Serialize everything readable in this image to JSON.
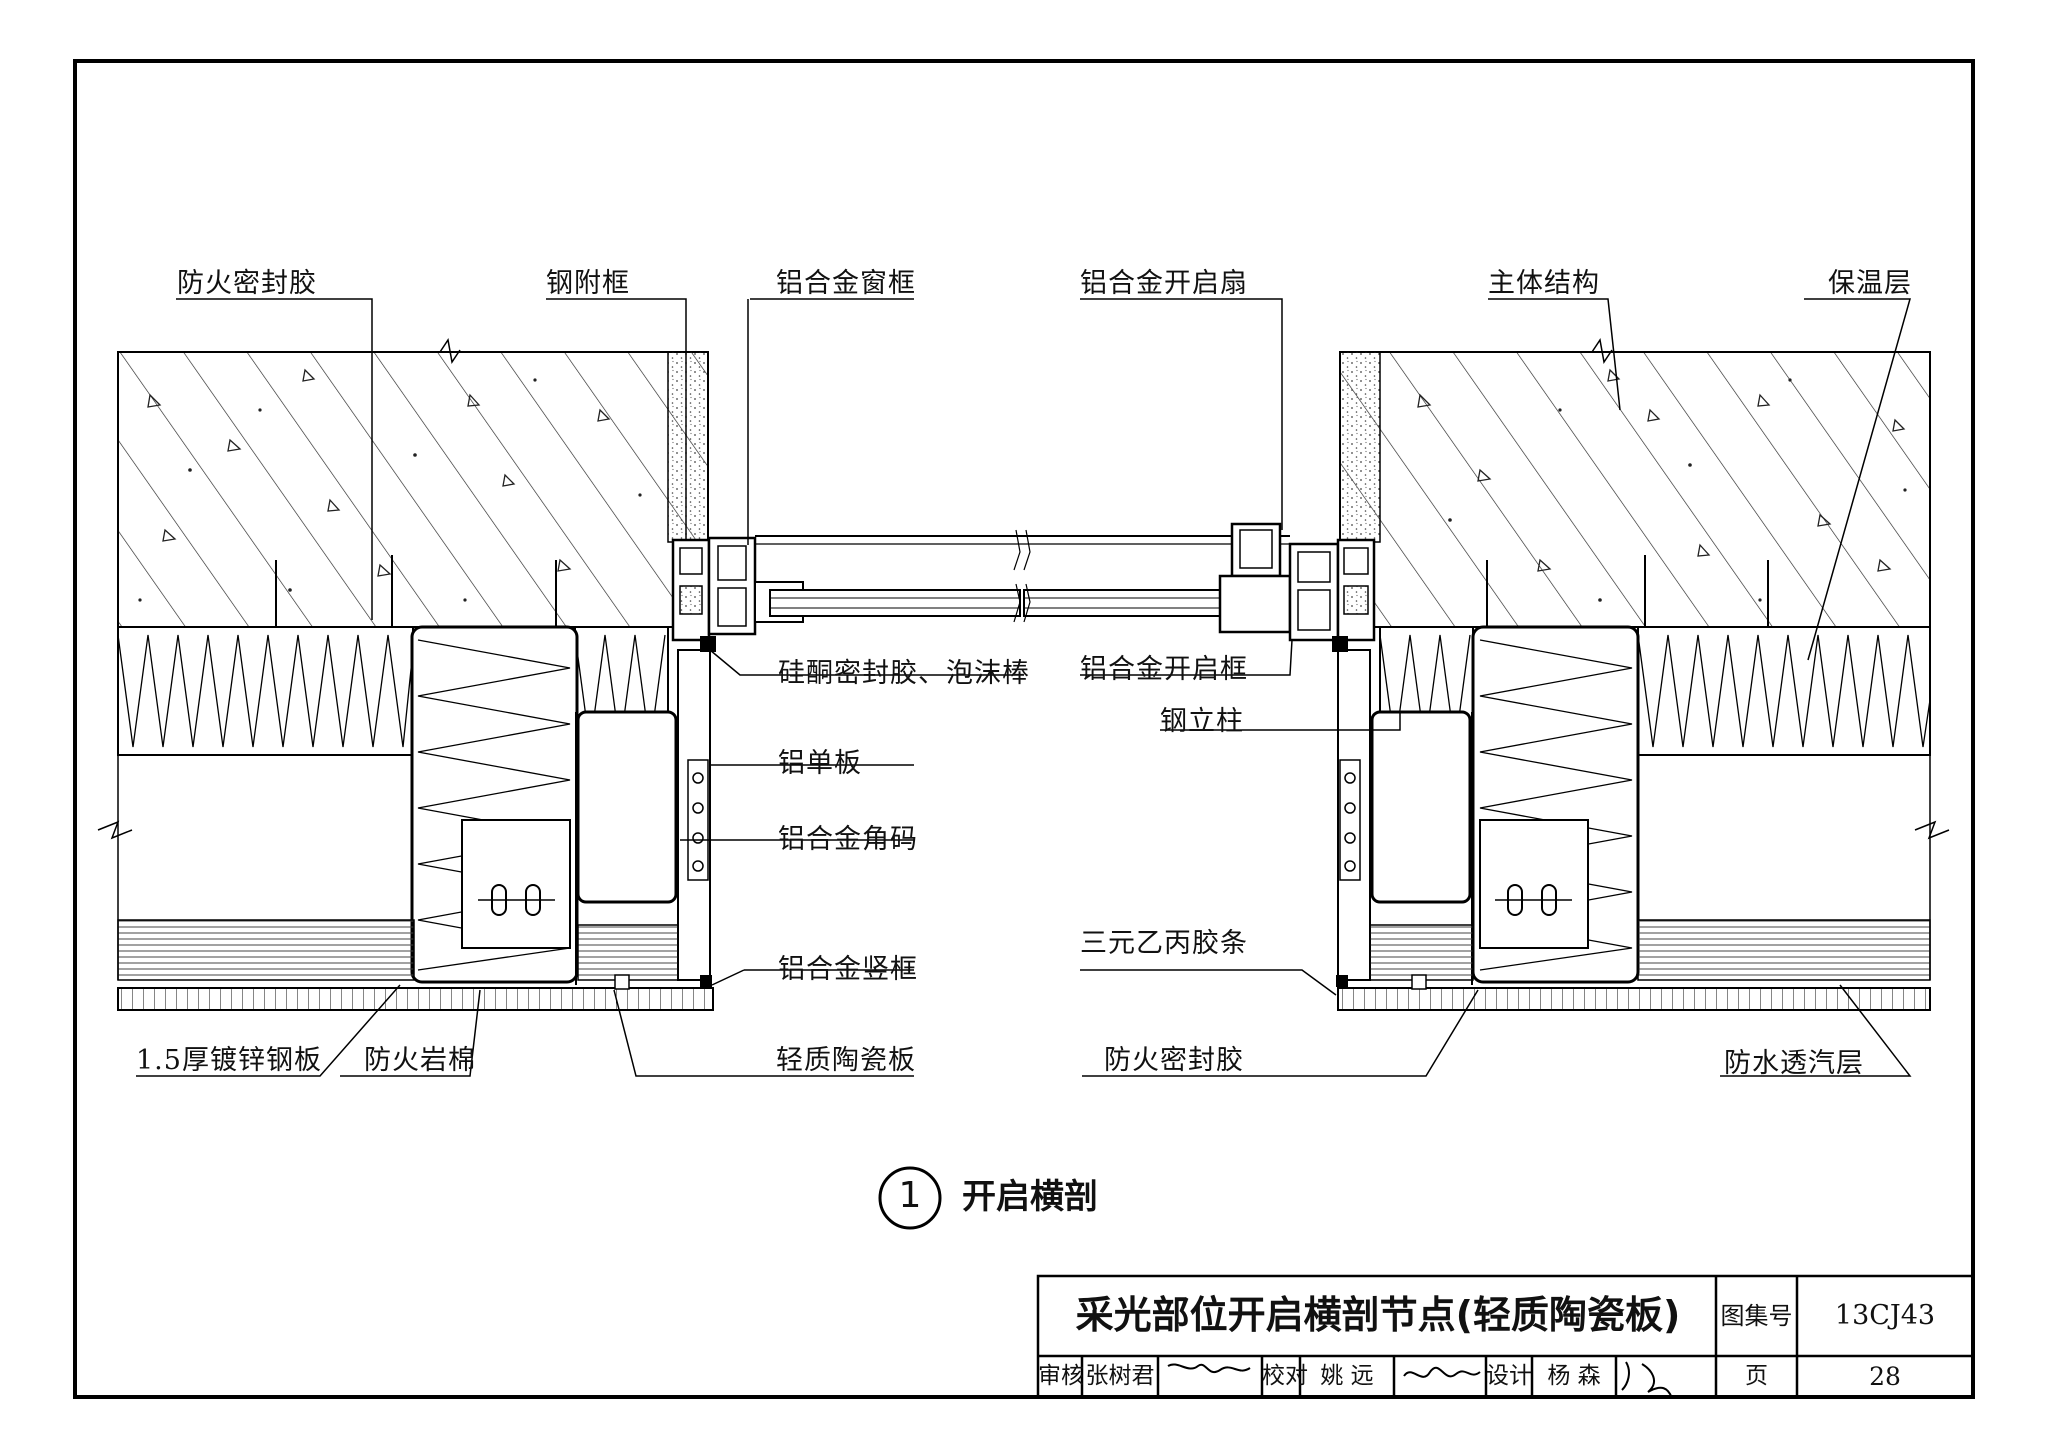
{
  "labels": {
    "fire_sealant_tl": "防火密封胶",
    "steel_subframe": "钢附框",
    "al_window_frame": "铝合金窗框",
    "al_opening_sash": "铝合金开启扇",
    "main_structure": "主体结构",
    "insulation": "保温层",
    "silicone_foam": "硅酮密封胶、泡沫棒",
    "al_opening_frame": "铝合金开启框",
    "steel_column": "钢立柱",
    "al_single_panel": "铝单板",
    "al_angle_code": "铝合金角码",
    "al_mullion": "铝合金竖框",
    "epdm_strip": "三元乙丙胶条",
    "galv_steel": "1.5厚镀锌钢板",
    "fire_rockwool": "防火岩棉",
    "light_ceramic": "轻质陶瓷板",
    "fire_sealant_bl": "防火密封胶",
    "waterproof_membrane": "防水透汽层"
  },
  "caption": {
    "number": "1",
    "text": "开启横剖"
  },
  "title_block": {
    "title": "采光部位开启横剖节点(轻质陶瓷板)",
    "atlas_label": "图集号",
    "atlas_value": "13CJ43",
    "review_label": "审核",
    "review_name": "张树君",
    "check_label": "校对",
    "check_name": "姚 远",
    "design_label": "设计",
    "design_name": "杨 森",
    "page_label": "页",
    "page_value": "28"
  }
}
